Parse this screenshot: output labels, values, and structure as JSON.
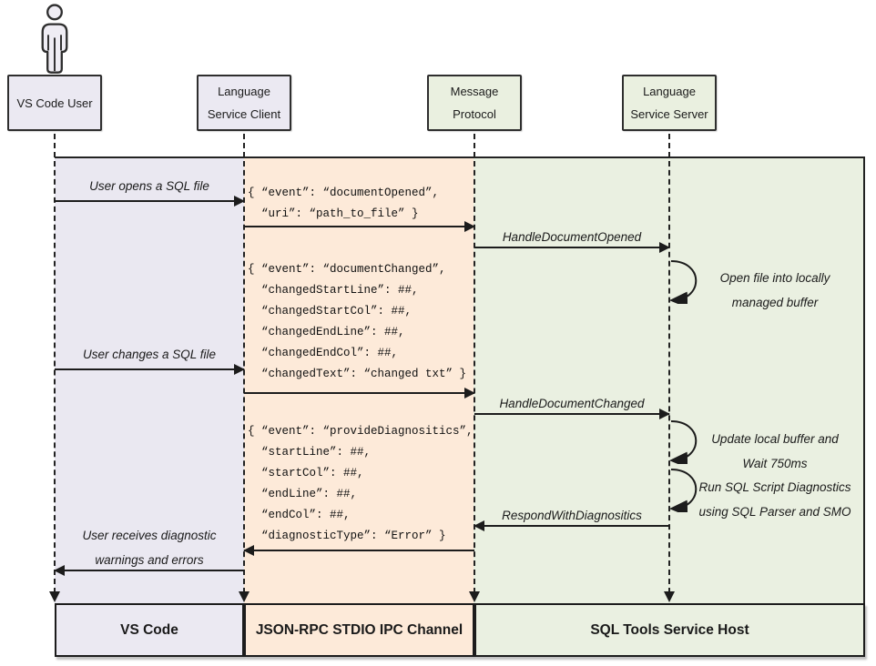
{
  "actors": {
    "user": {
      "lines": [
        "VS Code User"
      ]
    },
    "client": {
      "lines": [
        "Language",
        "Service Client"
      ]
    },
    "protocol": {
      "lines": [
        "Message",
        "Protocol"
      ]
    },
    "server": {
      "lines": [
        "Language",
        "Service Server"
      ]
    }
  },
  "bottom": {
    "vscode": "VS Code",
    "ipc": "JSON-RPC STDIO IPC Channel",
    "host": "SQL Tools Service Host"
  },
  "messages": {
    "user_opens": "User opens a SQL file",
    "user_changes": "User changes a SQL file",
    "user_receives": [
      "User receives diagnostic",
      "warnings and errors"
    ],
    "handle_opened": "HandleDocumentOpened",
    "handle_changed": "HandleDocumentChanged",
    "respond_diag": "RespondWithDiagnositics"
  },
  "notes": {
    "open_file": [
      "Open file into locally",
      "managed buffer"
    ],
    "update_buffer": [
      "Update local buffer and",
      "Wait 750ms"
    ],
    "run_diag": [
      "Run SQL Script Diagnostics",
      "using SQL Parser and SMO"
    ]
  },
  "json_blocks": {
    "opened": {
      "lines": [
        "{ “event”: “documentOpened”,",
        "  “uri”: “path_to_file” }"
      ]
    },
    "changed": {
      "lines": [
        "{ “event”: “documentChanged”,",
        "  “changedStartLine”: ##,",
        "  “changedStartCol”: ##,",
        "  “changedEndLine”: ##,",
        "  “changedEndCol”: ##,",
        "  “changedText”: “changed txt” }"
      ]
    },
    "diagnostics": {
      "lines": [
        "{ “event”: “provideDiagnositics”,",
        "  “startLine”: ##,",
        "  “startCol”: ##,",
        "  “endLine”: ##,",
        "  “endCol”: ##,",
        "  “diagnosticType”: “Error” }"
      ]
    }
  },
  "colors": {
    "lavender": "#eae8f1",
    "peach": "#fdead9",
    "green": "#eaf0e1",
    "line": "#1c1c1c"
  }
}
